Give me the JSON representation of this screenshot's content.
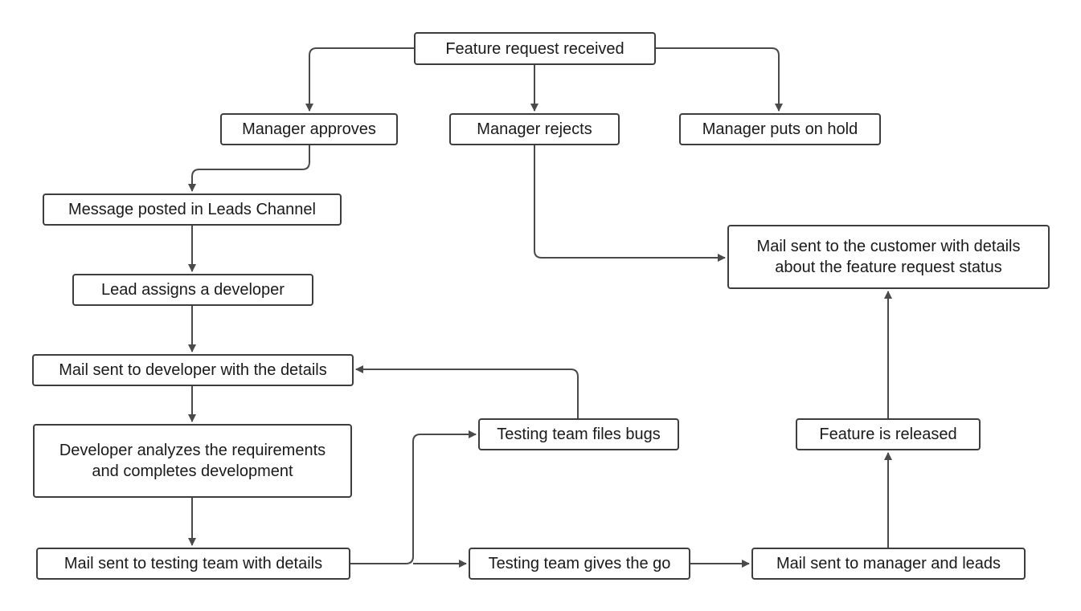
{
  "diagram": {
    "line_color": "#4a4a4a",
    "nodes": {
      "feature_request": "Feature request received",
      "manager_approves": "Manager approves",
      "manager_rejects": "Manager rejects",
      "manager_hold": "Manager puts on hold",
      "leads_channel": "Message posted in Leads Channel",
      "lead_assigns": "Lead assigns a developer",
      "mail_customer": "Mail sent to the customer with details\nabout the feature request status",
      "mail_developer": "Mail sent to developer with the details",
      "developer_analyzes": "Developer analyzes the requirements\nand completes development",
      "testing_bugs": "Testing team files bugs",
      "feature_released": "Feature is released",
      "mail_testing": "Mail sent to testing team with details",
      "testing_go": "Testing team gives the go",
      "mail_manager": "Mail sent to manager and leads"
    },
    "edges": [
      {
        "from": "feature_request",
        "to": "manager_approves"
      },
      {
        "from": "feature_request",
        "to": "manager_rejects"
      },
      {
        "from": "feature_request",
        "to": "manager_hold"
      },
      {
        "from": "manager_approves",
        "to": "leads_channel"
      },
      {
        "from": "manager_rejects",
        "to": "mail_customer"
      },
      {
        "from": "leads_channel",
        "to": "lead_assigns"
      },
      {
        "from": "lead_assigns",
        "to": "mail_developer"
      },
      {
        "from": "mail_developer",
        "to": "developer_analyzes"
      },
      {
        "from": "developer_analyzes",
        "to": "mail_testing"
      },
      {
        "from": "mail_testing",
        "to": "testing_bugs"
      },
      {
        "from": "mail_testing",
        "to": "testing_go"
      },
      {
        "from": "testing_bugs",
        "to": "mail_developer"
      },
      {
        "from": "testing_go",
        "to": "mail_manager"
      },
      {
        "from": "mail_manager",
        "to": "feature_released"
      },
      {
        "from": "feature_released",
        "to": "mail_customer"
      }
    ]
  }
}
